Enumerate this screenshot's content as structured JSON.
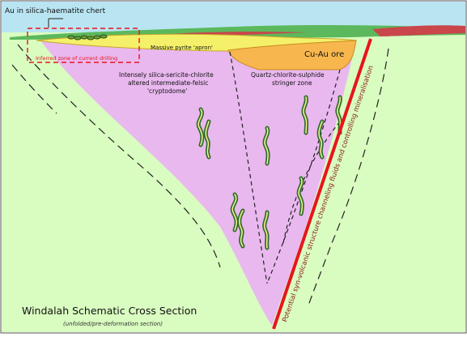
{
  "diagram": {
    "title": "Windalah Schematic Cross Section",
    "subtitle": "(unfolded/pre-deformation section)",
    "labels": {
      "chert": "Au in silica-haematite chert",
      "drilling": "Inferred zone of current drilling",
      "pyrite": "Massive pyrite 'apron'",
      "ore": "Cu-Au ore",
      "cryptodome_line1": "Intensely silica-sericite-chlorite",
      "cryptodome_line2": "altered intermediate-felsic",
      "cryptodome_line3": "'cryptodome'",
      "stringer_line1": "Quartz-chlorite-sulphide",
      "stringer_line2": "stringer zone",
      "structure": "Potential syn-volcanic structure channeling fluids and controlling mineralisation"
    },
    "colors": {
      "sky": "#b9e5f2",
      "ground": "#d9fcc0",
      "cap_green": "#5cb85c",
      "cap_red": "#c9464b",
      "cryptodome": "#e9b8ef",
      "pyrite": "#f4f06a",
      "ore": "#f7b74e",
      "fault": "#e8141c",
      "drilling_box": "#e8141c",
      "vein_outer": "#2f6b2d",
      "vein_inner": "#f1f08a"
    }
  }
}
